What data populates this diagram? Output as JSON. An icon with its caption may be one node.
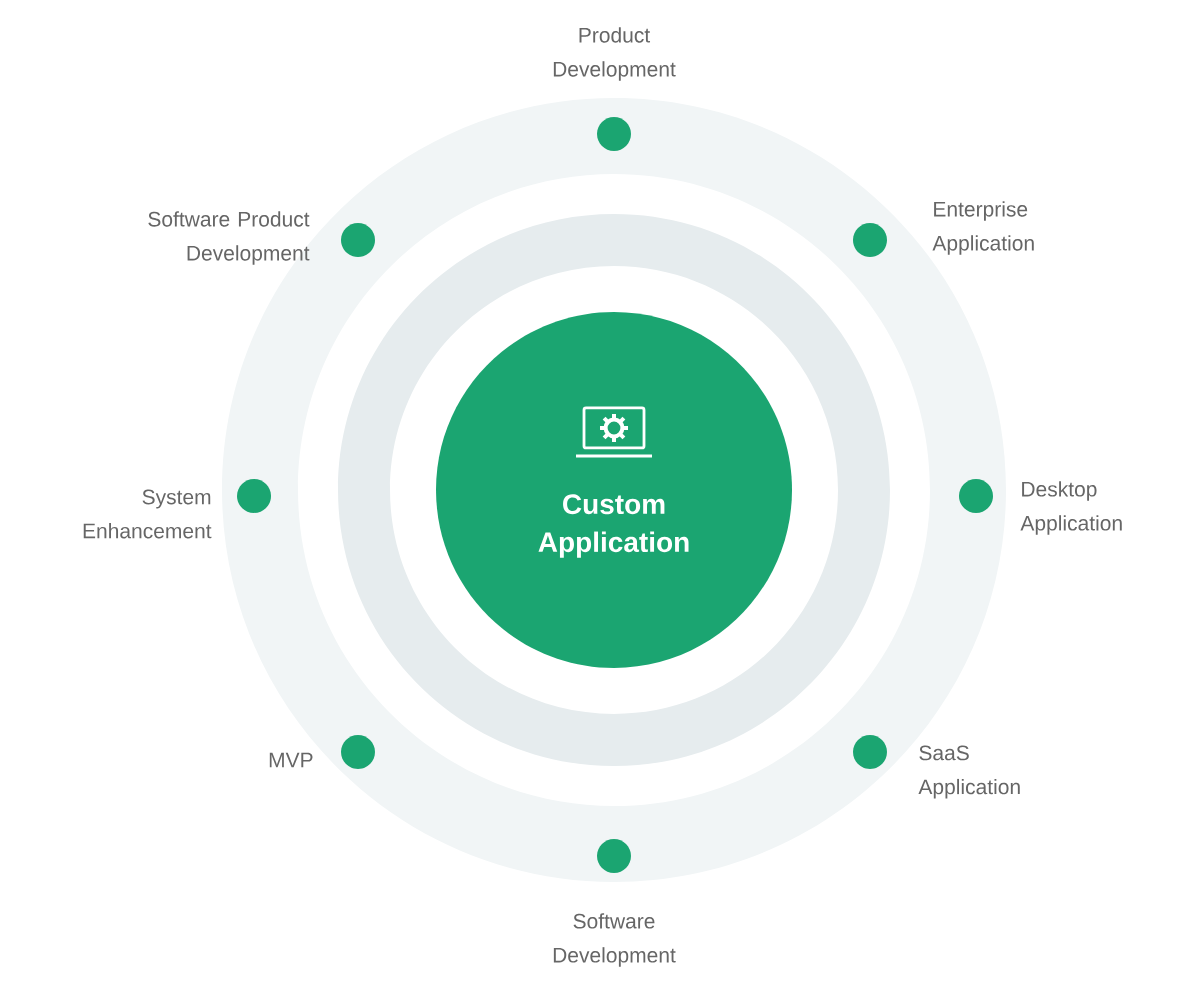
{
  "diagram": {
    "nodes": [
      {
        "text": [
          "Custom Application"
        ]
      },
      {
        "text": [],
        "shape": "circle",
        "beside": [
          "Product Development"
        ]
      },
      {
        "text": [],
        "shape": "circle",
        "beside": [
          "Enterprise Application"
        ]
      },
      {
        "text": [],
        "shape": "circle",
        "beside": [
          "Desktop Application"
        ]
      },
      {
        "text": [],
        "shape": "circle",
        "beside": [
          "SaaS Application"
        ]
      },
      {
        "text": [],
        "shape": "circle",
        "beside": [
          "Software Development"
        ]
      },
      {
        "text": [],
        "shape": "circle",
        "beside": [
          "MVP"
        ]
      },
      {
        "text": [],
        "shape": "circle",
        "beside": [
          "System Enhancement"
        ]
      },
      {
        "text": [],
        "shape": "circle",
        "beside": [
          "Software Product Development"
        ]
      }
    ]
  }
}
